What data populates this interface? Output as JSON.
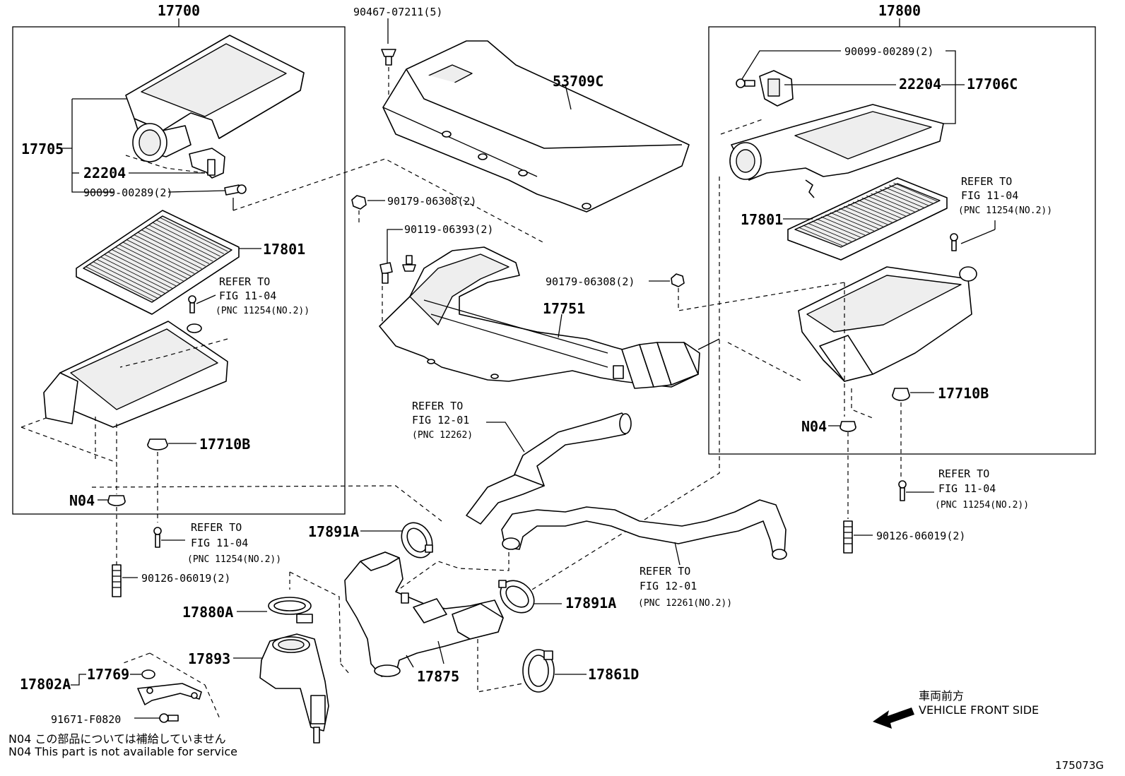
{
  "assemblies": {
    "left_assy": "17700",
    "right_assy": "17800"
  },
  "labels": {
    "l_17705": "17705",
    "l_22204": "22204",
    "l_90099": "90099-00289(2)",
    "l_17801": "17801",
    "l_17710b": "17710B",
    "l_n04": "N04",
    "l_90126": "90126-06019(2)",
    "top_90467": "90467-07211(5)",
    "top_53709c": "53709C",
    "m_90179_a": "90179-06308(2)",
    "m_90119": "90119-06393(2)",
    "m_90179_b": "90179-06308(2)",
    "m_17751": "17751",
    "r_90099": "90099-00289(2)",
    "r_22204": "22204",
    "r_17706c": "17706C",
    "r_17801": "17801",
    "r_17710b": "17710B",
    "r_n04": "N04",
    "r_90126": "90126-06019(2)",
    "b_17891a_1": "17891A",
    "b_17891a_2": "17891A",
    "b_17880a": "17880A",
    "b_17893": "17893",
    "b_17875": "17875",
    "b_17861d": "17861D",
    "b_17802a": "17802A",
    "b_17769": "17769",
    "b_91671": "91671-F0820"
  },
  "refs": {
    "ref1": {
      "line1": "REFER TO",
      "line2": "FIG 11-04",
      "line3": "(PNC 11254(NO.2))"
    },
    "ref2": {
      "line1": "REFER TO",
      "line2": "FIG 11-04",
      "line3": "(PNC 11254(NO.2))"
    },
    "ref3": {
      "line1": "REFER TO",
      "line2": "FIG 11-04",
      "line3": "(PNC 11254(NO.2))"
    },
    "ref4": {
      "line1": "REFER TO",
      "line2": "FIG 11-04",
      "line3": "(PNC 11254(NO.2))"
    },
    "ref5": {
      "line1": "REFER TO",
      "line2": "FIG 12-01",
      "line3": "(PNC 12262)"
    },
    "ref6": {
      "line1": "REFER TO",
      "line2": "FIG 12-01",
      "line3": "(PNC 12261(NO.2))"
    }
  },
  "front": {
    "jp": "車両前方",
    "en": "VEHICLE FRONT SIDE"
  },
  "notes": {
    "jp": "N04  この部品については補給していません",
    "en": "N04  This part is not available for service"
  },
  "illustration_id": "175073G"
}
